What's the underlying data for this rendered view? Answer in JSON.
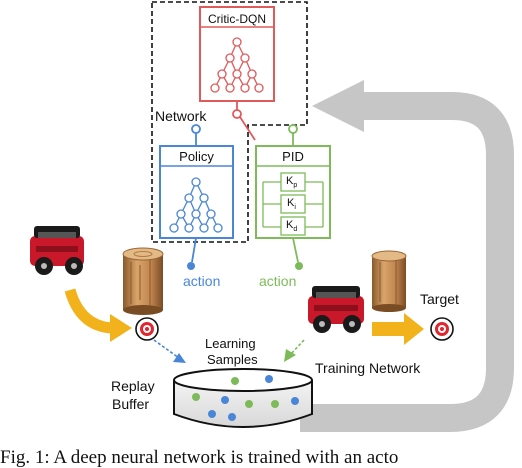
{
  "labels": {
    "critic": "Critic-DQN",
    "network": "Network",
    "policy": "Policy",
    "pid": "PID",
    "kp": "K",
    "kp_sub": "p",
    "ki": "K",
    "ki_sub": "i",
    "kd": "K",
    "kd_sub": "d",
    "action_blue": "action",
    "action_green": "action",
    "target": "Target",
    "learning_samples_1": "Learning",
    "learning_samples_2": "Samples",
    "training_network": "Training Network",
    "replay_1": "Replay",
    "replay_2": "Buffer"
  },
  "caption": "Fig. 1: A deep neural network is trained with an acto",
  "colors": {
    "critic": "#e05a5a",
    "policy": "#4a86d8",
    "pid": "#7dbb5a",
    "arrow_gray": "#c6c6c6",
    "arrow_yellow": "#f2b21c",
    "robot_red": "#c8182a",
    "wood": "#c48a4e"
  }
}
